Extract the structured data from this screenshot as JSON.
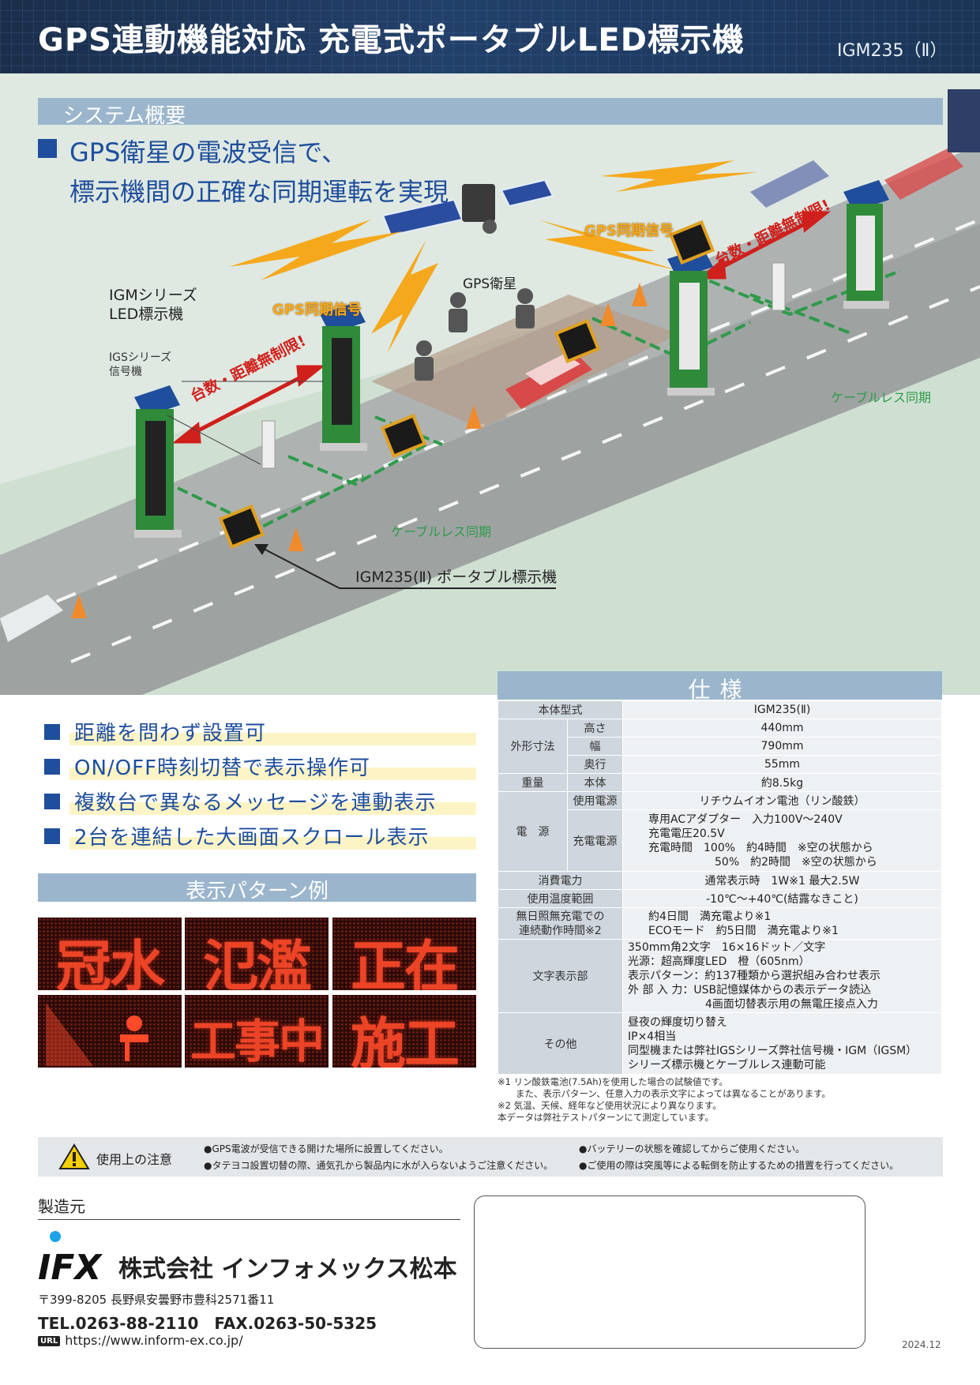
{
  "header": {
    "title": "GPS連動機能対応 充電式ポータブルLED標示機",
    "model": "IGM235（Ⅱ）"
  },
  "overview": {
    "section_title": "システム概要",
    "lead_line1": "GPS衛星の電波受信で、",
    "lead_line2": "標示機間の正確な同期運転を実現"
  },
  "diagram_labels": {
    "igm_series_line1": "IGMシリーズ",
    "igm_series_line2": "LED標示機",
    "igs_series_line1": "IGSシリーズ",
    "igs_series_line2": "信号機",
    "gps_sync_left": "GPS同期信号",
    "gps_sync_right": "GPS同期信号",
    "gps_satellite": "GPS衛星",
    "unlimited_left": "台数・距離無制限!",
    "unlimited_right": "台数・距離無制限!",
    "cableless_left": "ケーブルレス同期",
    "cableless_right": "ケーブルレス同期",
    "portable": "IGM235(Ⅱ) ポータブル標示機"
  },
  "features": [
    "距離を問わず設置可",
    "ON/OFF時刻切替で表示操作可",
    "複数台で異なるメッセージを連動表示",
    "2台を連結した大画面スクロール表示"
  ],
  "patterns": {
    "title": "表示パターン例",
    "panels": [
      "冠水",
      "氾濫",
      "正在",
      "",
      "工事中",
      "施工"
    ]
  },
  "spec": {
    "title": "仕様",
    "model_label": "本体型式",
    "model_value": "IGM235(Ⅱ)",
    "dims_label": "外形寸法",
    "height_label": "高さ",
    "height_value": "440mm",
    "width_label": "幅",
    "width_value": "790mm",
    "depth_label": "奥行",
    "depth_value": "55mm",
    "weight_label": "重量",
    "weight_sub": "本体",
    "weight_value": "約8.5kg",
    "power_label": "電　源",
    "power_use_label": "使用電源",
    "power_use_value": "リチウムイオン電池（リン酸鉄）",
    "charge_label": "充電電源",
    "charge_lines": [
      "専用ACアダプター　入力100V～240V",
      "充電電圧20.5V",
      "充電時間　100%　約4時間　※空の状態から",
      "　　　　　　50%　約2時間　※空の状態から"
    ],
    "consumption_label": "消費電力",
    "consumption_value": "通常表示時　1W※1 最大2.5W",
    "temp_label": "使用温度範囲",
    "temp_value": "-10℃～+40℃(結露なきこと)",
    "continuous_label_1": "無日照無充電での",
    "continuous_label_2": "連続動作時間※2",
    "continuous_line1": "約4日間　満充電より※1",
    "continuous_line2": "ECOモード　約5日間　満充電より※1",
    "display_label": "文字表示部",
    "display_lines": [
      "350mm角2文字　16×16ドット／文字",
      "光源：超高輝度LED　橙（605nm）",
      "表示パターン：約137種類から選択組み合わせ表示",
      "外 部 入 力：USB記憶媒体からの表示データ読込",
      "　　　　　　　4画面切替表示用の無電圧接点入力"
    ],
    "other_label": "その他",
    "other_lines": [
      "昼夜の輝度切り替え",
      "IP×4相当",
      "同型機または弊社IGSシリーズ弊社信号機・IGM（IGSM）",
      "シリーズ標示機とケーブルレス連動可能"
    ]
  },
  "notes": [
    "※1 リン酸鉄電池(7.5Ah)を使用した場合の試験値です。",
    "　　また、表示パターン、任意入力の表示文字によっては異なることがあります。",
    "※2 気温、天候、経年など使用状況により異なります。",
    "本データは弊社テストパターンにて測定しています。"
  ],
  "caution": {
    "title": "使用上の注意",
    "items": [
      "●GPS電波が受信できる開けた場所に設置してください。",
      "●タテヨコ設置切替の際、通気孔から製品内に水が入らないようご注意ください。",
      "●バッテリーの状態を確認してからご使用ください。",
      "●ご使用の際は突風等による転倒を防止するための措置を行ってください。"
    ]
  },
  "footer": {
    "maker_label": "製造元",
    "logo_text": "IFX",
    "company": "株式会社 インフォメックス松本",
    "address": "〒399-8205 長野県安曇野市豊科2571番11",
    "tel": "TEL.0263-88-2110　FAX.0263-50-5325",
    "url_badge": "URL",
    "url": "https://www.inform-ex.co.jp/",
    "date": "2024.12"
  },
  "colors": {
    "brand_blue": "#1f4e9c",
    "bar_blue": "#9bb6cc",
    "header_navy": "#1b2e4a",
    "arrow_green": "#2f9a4a",
    "arrow_red": "#d0201c",
    "gps_orange": "#f5a81c"
  }
}
